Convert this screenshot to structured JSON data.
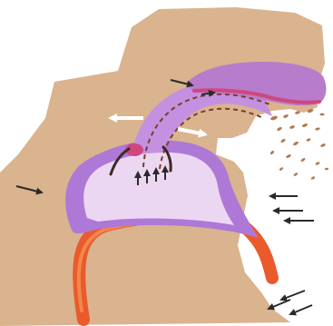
{
  "figure": {
    "background_color": "#ffffff",
    "colors": {
      "head_silhouette": "#d9b48f",
      "lung_sac": "#ae78d6",
      "lung_sac_inner": "#ecd7f3",
      "trachea": "#c491e0",
      "mouth": "#b77ccc",
      "mouth_lining": "#d0467f",
      "spine": "#ea5a2c",
      "spine_highlight": "#f59a59",
      "arrows_dark": "#2a2a2a",
      "arrows_white": "#ffffff",
      "dashes": "#7a3d2a",
      "droplets": "#b07a52"
    },
    "elements": [
      "head-silhouette",
      "spine-curve",
      "lung-sac",
      "trachea-tube",
      "mouth-cavity",
      "droplet-spray",
      "arrow-group"
    ]
  }
}
